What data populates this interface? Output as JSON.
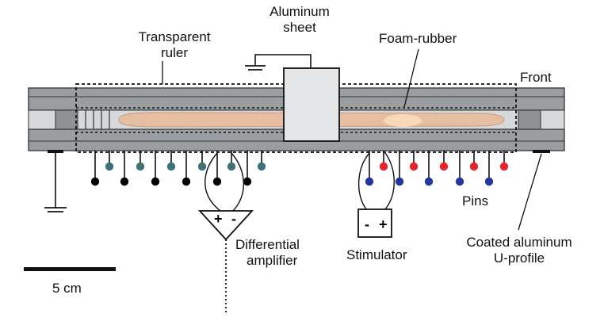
{
  "labels": {
    "aluminum_sheet": [
      "Aluminum",
      "sheet"
    ],
    "transparent_ruler": [
      "Transparent",
      "ruler"
    ],
    "foam_rubber": "Foam-rubber",
    "front": "Front",
    "pins": "Pins",
    "differential_amplifier": [
      "Differential",
      "amplifier"
    ],
    "stimulator": "Stimulator",
    "coated_profile": [
      "Coated aluminum",
      "U-profile"
    ],
    "scale_bar": "5 cm"
  },
  "symbols": {
    "plus": "+",
    "minus": "-"
  },
  "colors": {
    "profile_fill": "#9a9ea0",
    "profile_light": "#d6d8da",
    "fish": "#e6bea2",
    "fish_highlight": "#f8d8b8",
    "sheet_fill": "#e4e6e8",
    "pin_black": "#000000",
    "pin_teal": "#3f7277",
    "pin_red": "#e8232a",
    "pin_blue": "#23379e"
  },
  "icons": [
    "ground-icon",
    "amplifier-triangle-icon",
    "stimulator-box-icon"
  ]
}
